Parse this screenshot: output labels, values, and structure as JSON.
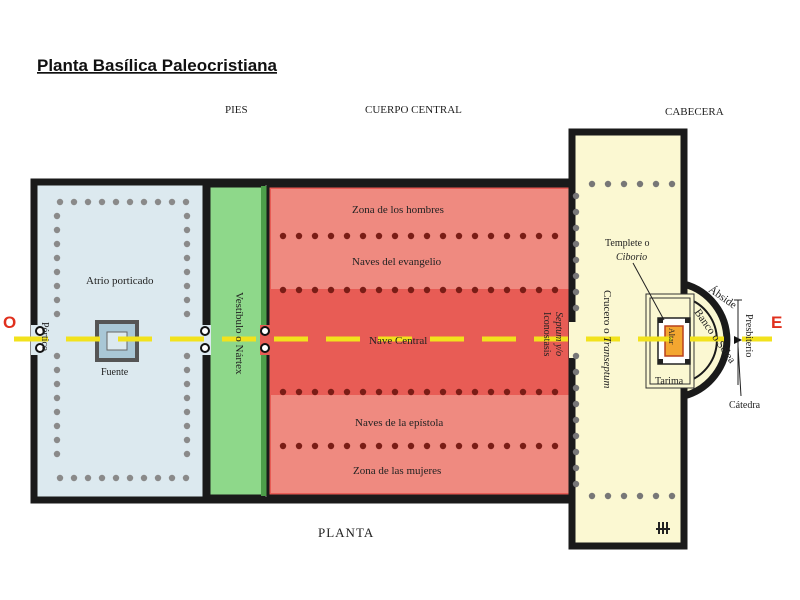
{
  "title": "Planta  Basílica Paleocristiana",
  "sections": {
    "pies": "PIES",
    "cuerpo": "CUERPO CENTRAL",
    "cabecera": "CABECERA"
  },
  "caption": "PLANTA",
  "directions": {
    "west": "O",
    "east": "E"
  },
  "labels": {
    "portico": "Pórtico",
    "atrio": "Atrio porticado",
    "fuente": "Fuente",
    "nartex": "Vestíbulo o Nártex",
    "hombres": "Zona de los hombres",
    "evangelio": "Naves del evangelio",
    "central": "Nave Central",
    "epistola": "Naves de la epístola",
    "mujeres": "Zona de las mujeres",
    "septum": "Septum y/o",
    "iconostasis": "Iconostasis",
    "crucero_a": "Crucero o ",
    "crucero_b": "Transeptum",
    "templete": "Templete o",
    "ciborio": "Ciborio",
    "altar": "Altar",
    "tarima": "Tarima",
    "abside": "Ábside",
    "banco": "Banco o Solea",
    "presbiterio": "Presbiterio",
    "catedra": "Cátedra"
  },
  "colors": {
    "atrio": "#dce9ef",
    "nartex": "#8ed88a",
    "nave": "#e85c55",
    "nave_light": "#ef8a80",
    "cabecera": "#fbf8d2",
    "axis": "#f2e21c",
    "walls": "#1a1a1a",
    "direction": "#e0301e"
  }
}
